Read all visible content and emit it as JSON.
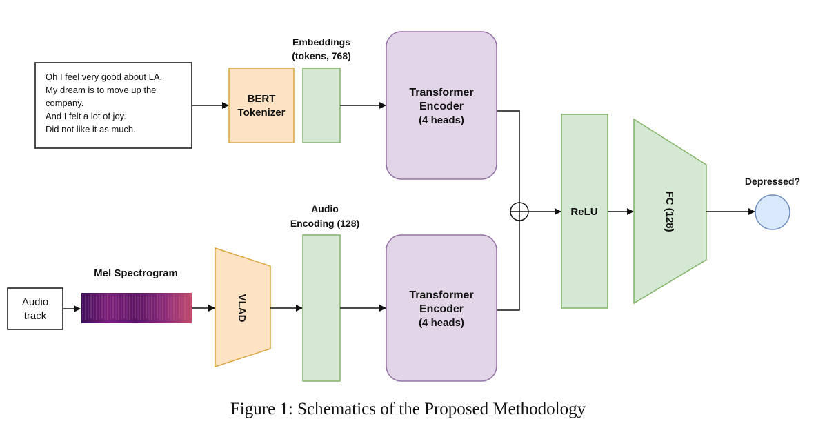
{
  "diagram": {
    "input_text_lines": [
      "Oh I feel very good about LA.",
      "My dream is to move up the",
      "company.",
      "And I felt a lot of joy.",
      "Did not like it as much."
    ],
    "bert_tokenizer": [
      "BERT",
      "Tokenizer"
    ],
    "embeddings_label": [
      "Embeddings",
      "(tokens, 768)"
    ],
    "transformer_top": [
      "Transformer",
      "Encoder",
      "(4 heads)"
    ],
    "audio_track": [
      "Audio",
      "track"
    ],
    "mel_label": "Mel Spectrogram",
    "vlad_label": "VLAD",
    "audio_encoding_label": [
      "Audio",
      "Encoding (128)"
    ],
    "transformer_bottom": [
      "Transformer",
      "Encoder",
      "(4 heads)"
    ],
    "relu_label": "ReLU",
    "fc_label": "FC (128)",
    "output_label": "Depressed?",
    "colors": {
      "orange_fill": "#fde3c3",
      "orange_stroke": "#d9a43a",
      "green_fill": "#d5e8d4",
      "green_stroke": "#82b366",
      "purple_fill": "#e1d5e7",
      "purple_stroke": "#9673a6",
      "blue_fill": "#dae8fc",
      "blue_stroke": "#6c8ebf"
    }
  },
  "caption": "Figure 1: Schematics of the Proposed Methodology"
}
